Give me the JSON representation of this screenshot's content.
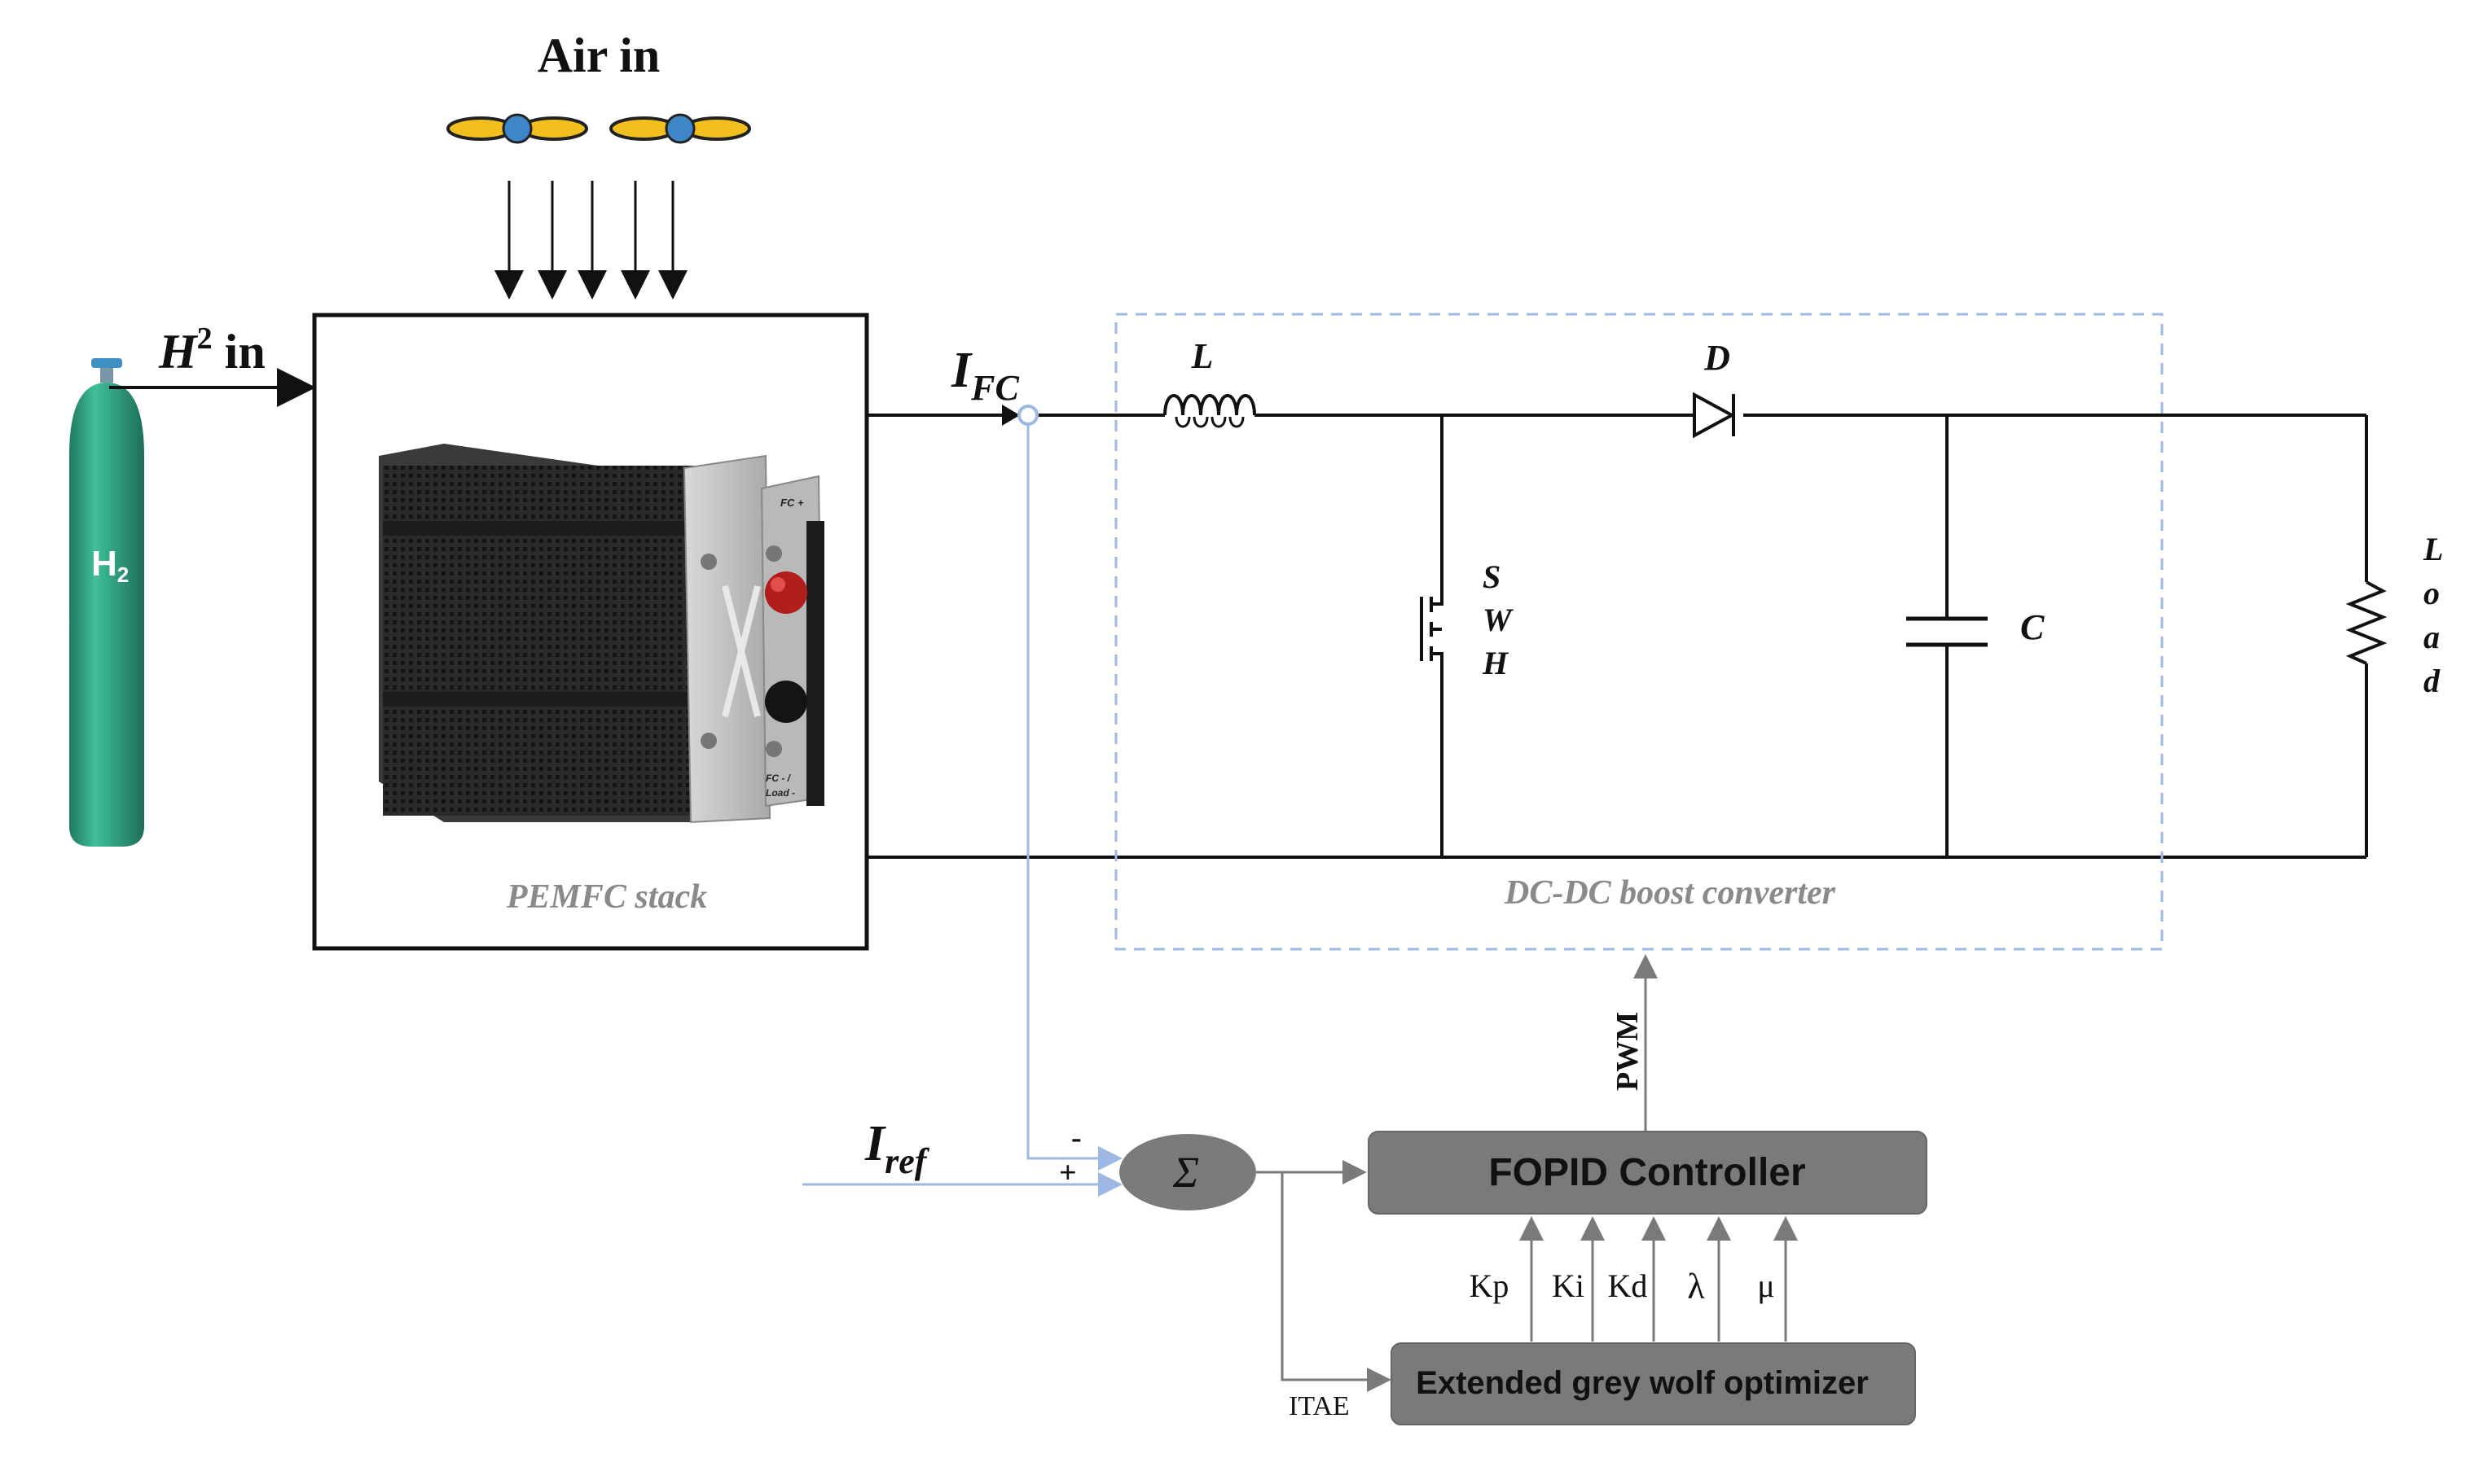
{
  "inputs": {
    "air_in": "Air in",
    "h2_in_base": "H",
    "h2_in_sup": "2",
    "h2_in_suffix": " in",
    "cylinder_label": "H",
    "cylinder_sub": "2"
  },
  "stack": {
    "caption": "PEMFC stack",
    "plate_label_top": "FC +",
    "plate_label_bottom_1": "FC - /",
    "plate_label_bottom_2": "Load -"
  },
  "signals": {
    "ifc_base": "I",
    "ifc_sub": "FC",
    "iref_base": "I",
    "iref_sub": "ref",
    "minus": "-",
    "plus": "+",
    "sum": "Σ",
    "pwm": "PWM",
    "itae": "ITAE"
  },
  "converter": {
    "caption": "DC-DC boost converter",
    "inductor": "L",
    "diode": "D",
    "switch_1": "S",
    "switch_2": "W",
    "switch_3": "H",
    "capacitor": "C",
    "load_1": "L",
    "load_2": "o",
    "load_3": "a",
    "load_4": "d"
  },
  "controller": {
    "fopid": "FOPID Controller",
    "optimizer": "Extended grey wolf optimizer",
    "params": [
      "Kp",
      "Ki",
      "Kd",
      "λ",
      "μ"
    ]
  },
  "colors": {
    "line": "#111111",
    "feedback": "#9db8e2",
    "block_fill": "#7a7a7a",
    "block_stroke": "#555555",
    "converter_border": "#9db8e2",
    "cylinder": "#2e9e80",
    "fan_blade": "#f2bf1e",
    "fan_hub": "#3f86c8"
  }
}
